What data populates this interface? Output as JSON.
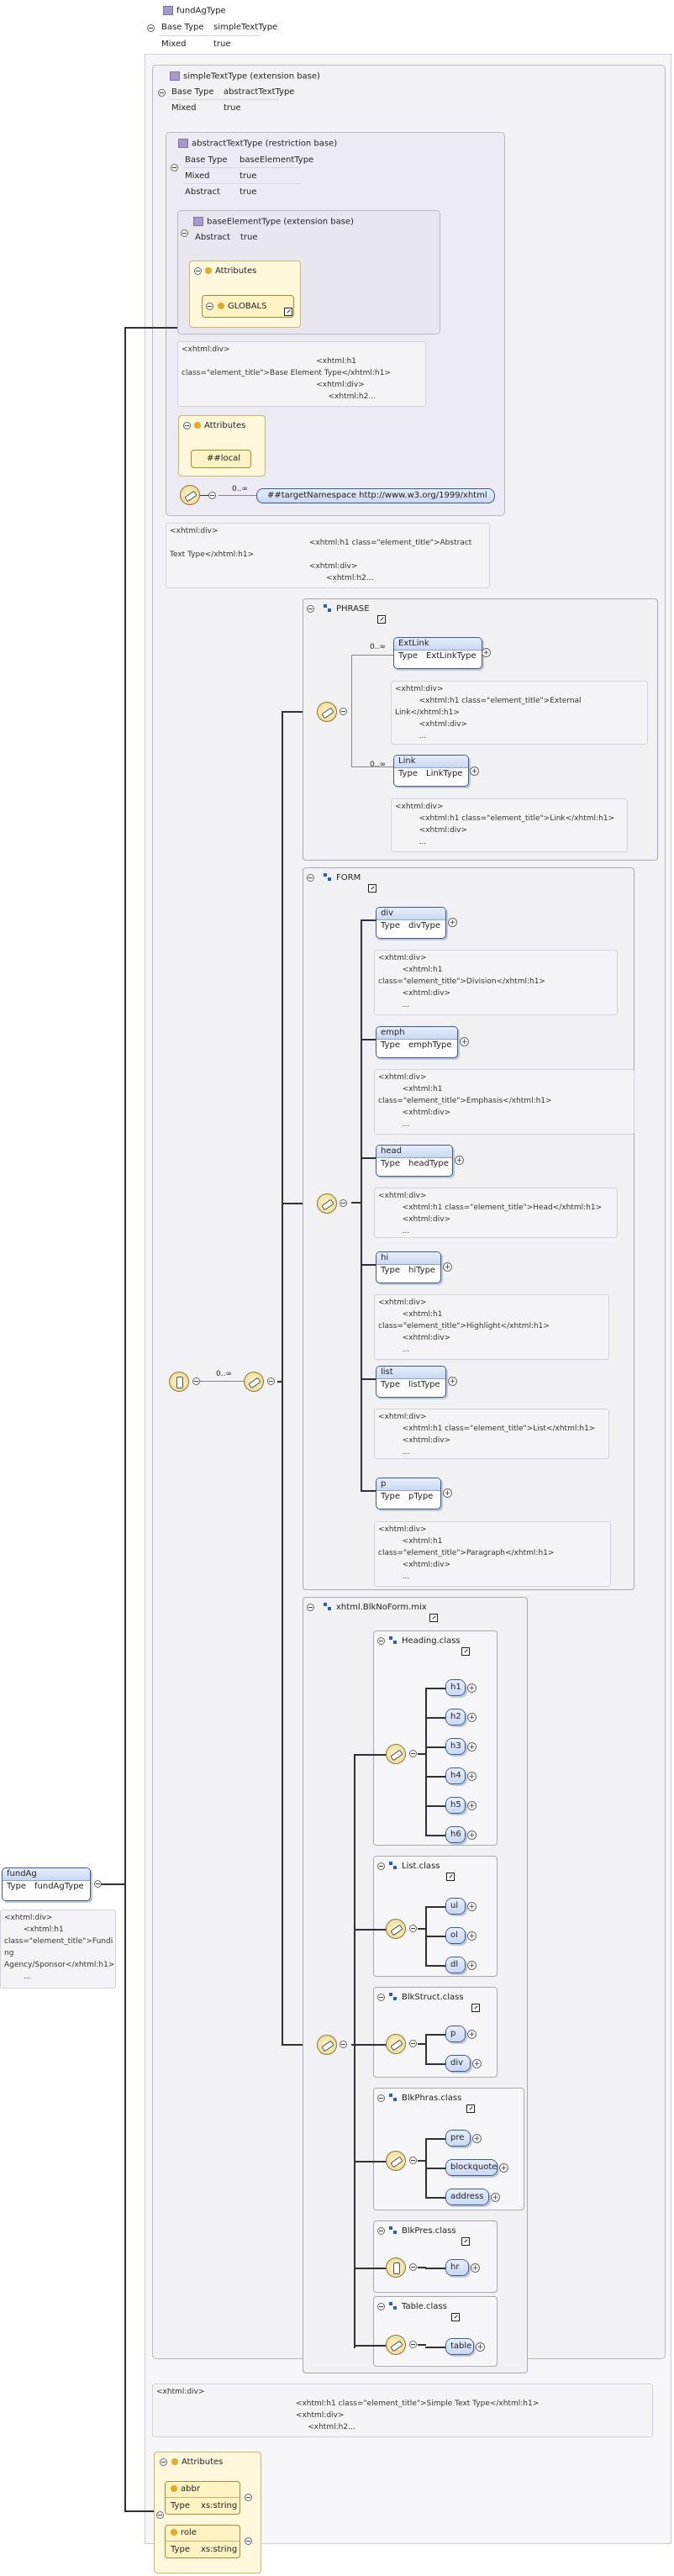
{
  "root": {
    "name": "fundAgType",
    "props": [
      {
        "k": "Base Type",
        "v": "simpleTextType"
      },
      {
        "k": "Mixed",
        "v": "true"
      }
    ]
  },
  "simple": {
    "title": "simpleTextType (extension base)",
    "props": [
      {
        "k": "Base Type",
        "v": "abstractTextType"
      },
      {
        "k": "Mixed",
        "v": "true"
      }
    ]
  },
  "abstract": {
    "title": "abstractTextType (restriction base)",
    "props": [
      {
        "k": "Base Type",
        "v": "baseElementType"
      },
      {
        "k": "Mixed",
        "v": "true"
      },
      {
        "k": "Abstract",
        "v": "true"
      }
    ]
  },
  "base": {
    "title": "baseElementType (extension base)",
    "props": [
      {
        "k": "Abstract",
        "v": "true"
      }
    ],
    "attributes_label": "Attributes",
    "globals": "GLOBALS"
  },
  "notes": {
    "base": "<xhtml:div>\n                                                        <xhtml:h1\nclass=\"element_title\">Base Element Type</xhtml:h1>\n                                                        <xhtml:div>\n                                                             <xhtml:h2...",
    "abstract": "<xhtml:div>\n                                                          <xhtml:h1 class=\"element_title\">Abstract\nText Type</xhtml:h1>\n                                                          <xhtml:div>\n                                                                 <xhtml:h2...",
    "simple": "<xhtml:div>\n                                                          <xhtml:h1 class=\"element_title\">Simple Text Type</xhtml:h1>\n                                                          <xhtml:div>\n                                                               <xhtml:h2...",
    "fundag": "<xhtml:div>\n        <xhtml:h1\nclass=\"element_title\">Fundi\nng\nAgency/Sponsor</xhtml:h1>\n        ...",
    "extlink": "<xhtml:div>\n          <xhtml:h1 class=\"element_title\">External\nLink</xhtml:h1>\n          <xhtml:div>\n          ...",
    "link": "<xhtml:div>\n          <xhtml:h1 class=\"element_title\">Link</xhtml:h1>\n          <xhtml:div>\n          ...",
    "div": "<xhtml:div>\n          <xhtml:h1\nclass=\"element_title\">Division</xhtml:h1>\n          <xhtml:div>\n          ...",
    "emph": "<xhtml:div>\n          <xhtml:h1\nclass=\"element_title\">Emphasis</xhtml:h1>\n          <xhtml:div>\n          ...",
    "head": "<xhtml:div>\n          <xhtml:h1 class=\"element_title\">Head</xhtml:h1>\n          <xhtml:div>\n          ...",
    "hi": "<xhtml:div>\n          <xhtml:h1\nclass=\"element_title\">Highlight</xhtml:h1>\n          <xhtml:div>\n          ...",
    "list": "<xhtml:div>\n          <xhtml:h1 class=\"element_title\">List</xhtml:h1>\n          <xhtml:div>\n          ...",
    "p": "<xhtml:div>\n          <xhtml:h1\nclass=\"element_title\">Paragraph</xhtml:h1>\n          <xhtml:div>\n          ..."
  },
  "labels": {
    "type": "Type",
    "attributes": "Attributes",
    "local": "##local",
    "any_ns": "##targetNamespace http://www.w3.org/1999/xhtml",
    "mult": "0..∞"
  },
  "groups": {
    "phrase": "PHRASE",
    "form": "FORM",
    "blk": "xhtml.BlkNoForm.mix"
  },
  "phrase_elems": [
    {
      "name": "ExtLink",
      "type": "ExtLinkType"
    },
    {
      "name": "Link",
      "type": "LinkType"
    }
  ],
  "form_elems": [
    {
      "name": "div",
      "type": "divType"
    },
    {
      "name": "emph",
      "type": "emphType"
    },
    {
      "name": "head",
      "type": "headType"
    },
    {
      "name": "hi",
      "type": "hiType"
    },
    {
      "name": "list",
      "type": "listType"
    },
    {
      "name": "p",
      "type": "pType"
    }
  ],
  "classes": [
    {
      "title": "Heading.class",
      "items": [
        "h1",
        "h2",
        "h3",
        "h4",
        "h5",
        "h6"
      ]
    },
    {
      "title": "List.class",
      "items": [
        "ul",
        "ol",
        "dl"
      ]
    },
    {
      "title": "BlkStruct.class",
      "items": [
        "p",
        "div"
      ]
    },
    {
      "title": "BlkPhras.class",
      "items": [
        "pre",
        "blockquote",
        "address"
      ]
    },
    {
      "title": "BlkPres.class",
      "items": [
        "hr"
      ]
    },
    {
      "title": "Table.class",
      "items": [
        "table"
      ]
    }
  ],
  "fundag": {
    "name": "fundAg",
    "type": "fundAgType"
  },
  "attrs": [
    {
      "name": "abbr",
      "type": "xs:string"
    },
    {
      "name": "role",
      "type": "xs:string"
    }
  ],
  "colors": {
    "element_border": "#3d5a8c",
    "line": "#30303a",
    "compositor": "#e8d488"
  }
}
